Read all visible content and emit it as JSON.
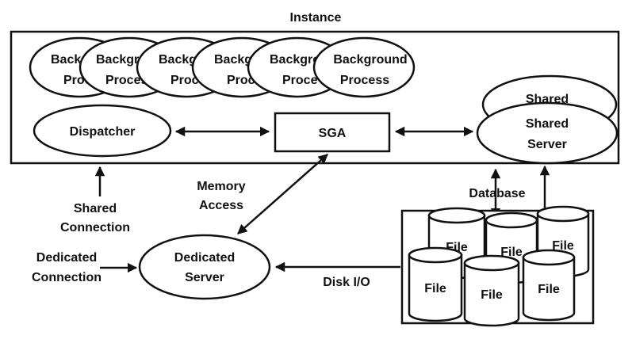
{
  "instance_label": "Instance",
  "background_processes": [
    {
      "label_line1": "Backgro",
      "label_line2": "Proce"
    },
    {
      "label_line1": "Backgro",
      "label_line2": "Process"
    },
    {
      "label_line1": "Backgro",
      "label_line2": "Proce"
    },
    {
      "label_line1": "Backgro",
      "label_line2": "Proce"
    },
    {
      "label_line1": "Backgro",
      "label_line2": "Proce"
    },
    {
      "label_line1": "Background",
      "label_line2": "Process"
    }
  ],
  "dispatcher_label": "Dispatcher",
  "sga_label": "SGA",
  "shared_server_back_label": "Shared",
  "shared_server_front_line1": "Shared",
  "shared_server_front_line2": "Server",
  "shared_connection_line1": "Shared",
  "shared_connection_line2": "Connection",
  "memory_access_line1": "Memory",
  "memory_access_line2": "Access",
  "database_label": "Database",
  "dedicated_connection_line1": "Dedicated",
  "dedicated_connection_line2": "Connection",
  "dedicated_server_line1": "Dedicated",
  "dedicated_server_line2": "Server",
  "disk_io_label": "Disk I/O",
  "files": [
    "File",
    "File",
    "File",
    "File",
    "File",
    "File"
  ]
}
